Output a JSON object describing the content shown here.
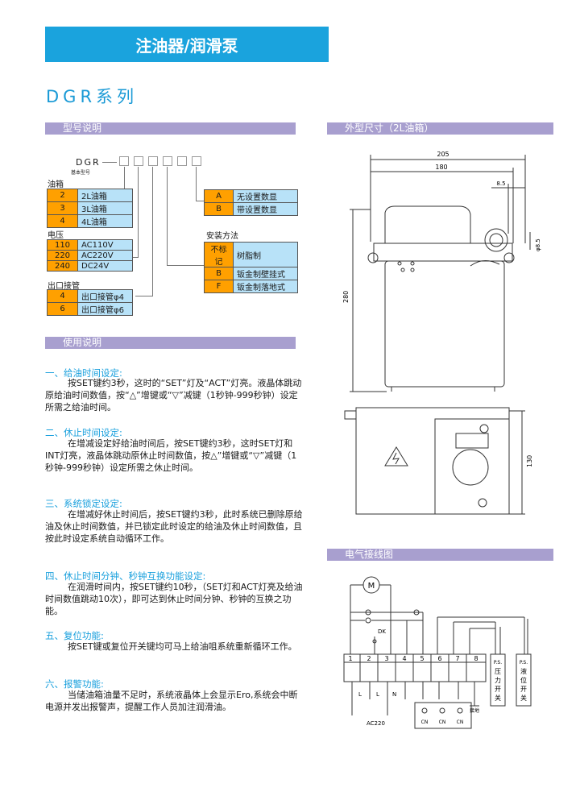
{
  "banner": "注油器/润滑泵",
  "series": "DGR系列",
  "sections": {
    "model": "型号说明",
    "dims": "外型尺寸（2L油箱）",
    "usage": "使用说明",
    "wiring": "电气接线图"
  },
  "model_code": {
    "prefix": "DGR",
    "prefix_note": "基本型号",
    "tank": {
      "title": "油箱",
      "rows": [
        [
          "2",
          "2L油箱"
        ],
        [
          "3",
          "3L油箱"
        ],
        [
          "4",
          "4L油箱"
        ]
      ]
    },
    "voltage": {
      "title": "电压",
      "rows": [
        [
          "110",
          "AC110V"
        ],
        [
          "220",
          "AC220V"
        ],
        [
          "240",
          "DC24V"
        ]
      ]
    },
    "outlet": {
      "title": "出口接管",
      "rows": [
        [
          "4",
          "出口接管φ4"
        ],
        [
          "6",
          "出口接管φ6"
        ]
      ]
    },
    "display": {
      "rows": [
        [
          "A",
          "无设置数显"
        ],
        [
          "B",
          "带设置数显"
        ]
      ]
    },
    "mount": {
      "title": "安装方法",
      "rows": [
        [
          "不标记",
          "树脂制"
        ],
        [
          "B",
          "钣金制壁挂式"
        ],
        [
          "F",
          "钣金制落地式"
        ]
      ]
    }
  },
  "dimensions": {
    "w1": "205",
    "w2": "180",
    "w3": "8.5",
    "h1": "280",
    "h2": "130",
    "d1": "φ8.5"
  },
  "usage": [
    {
      "h": "一、给油时间设定:",
      "t": "按SET键约3秒，这时的“SET”灯及“ACT”灯亮。液晶体跳动原给油时间数值，按“△”增键或“▽”减键（1秒钟-999秒钟）设定所需之给油时间。"
    },
    {
      "h": "二、休止时间设定:",
      "t": "在增减设定好给油时间后，按SET键约3秒，这时SET灯和INT灯亮，液晶体跳动原休止时间数值，按△”增键或“▽”减键（1秒钟-999秒钟）设定所需之休止时间。"
    },
    {
      "h": "三、系统锁定设定:",
      "t": "在增减好休止时间后，按SET键约3秒，此时系统已删除原给油及休止时间数值，并已锁定此时设定的给油及休止时间数值，且按此时设定系统自动循环工作。"
    },
    {
      "h": "四、休止时间分钟、秒钟互换功能设定:",
      "t": "在润滑时间内，按SET键约10秒，（SET灯和ACT灯亮及给油时间数值跳动10次），即可达到休止时间分钟、秒钟的互换之功能。"
    },
    {
      "h": "五、复位功能:",
      "t": "按SET键或复位开关键均可马上给油咀系统重新循环工作。"
    },
    {
      "h": "六、报警功能:",
      "t": "当储油箱油量不足时，系统液晶体上会显示Ero,系统会中断电源并发出报警声，提醒工作人员加注润滑油。"
    }
  ],
  "wiring": {
    "motor": "M",
    "dk": "DK",
    "terminals": [
      "1",
      "2",
      "3",
      "4",
      "5",
      "6",
      "7",
      "8"
    ],
    "ps1": [
      "P.S.",
      "压",
      "力",
      "开",
      "关"
    ],
    "ps2": [
      "P.S.",
      "液",
      "位",
      "开",
      "关"
    ],
    "l1": "L",
    "l2": "L",
    "n": "N",
    "ac": "AC220",
    "ground": "接地",
    "cn": [
      "CN",
      "CN",
      "CN"
    ]
  }
}
